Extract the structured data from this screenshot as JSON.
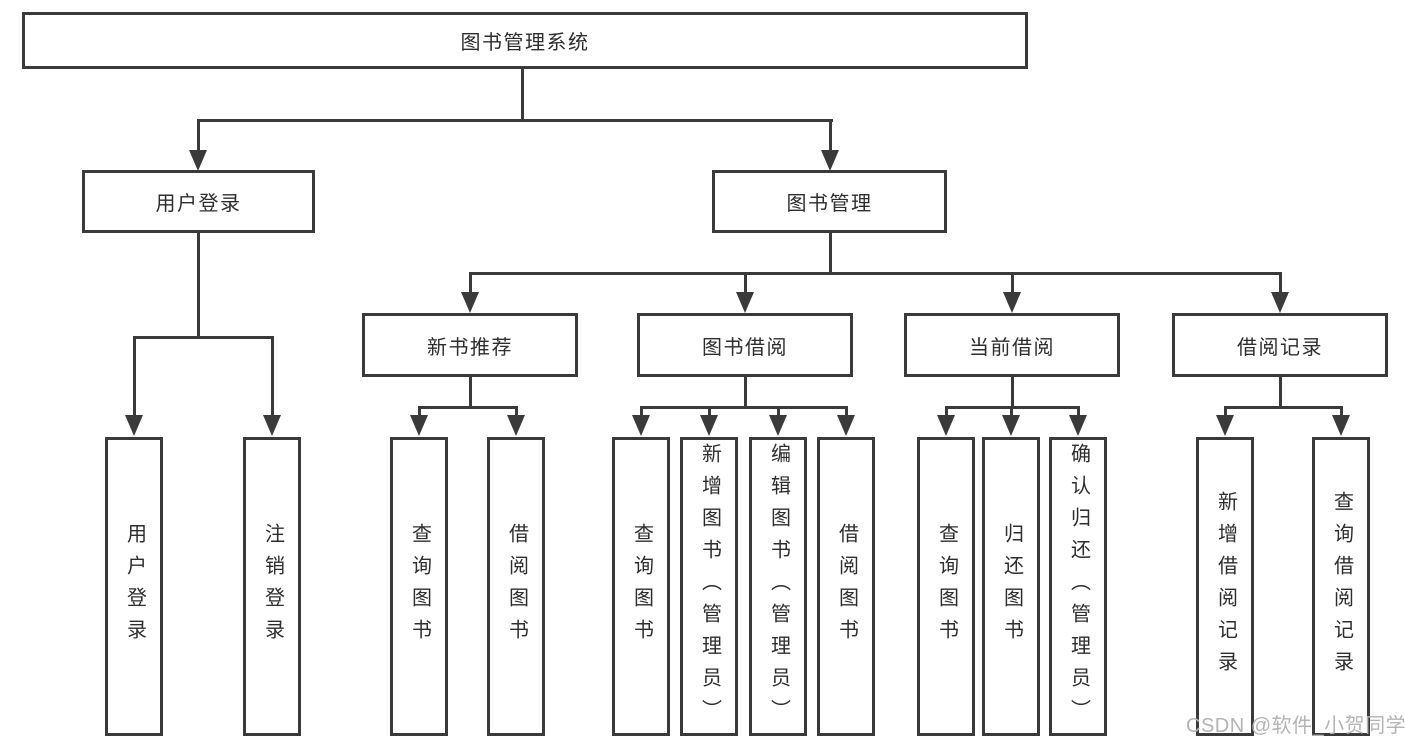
{
  "diagram": {
    "root": {
      "label": "图书管理系统"
    },
    "branches": [
      {
        "label": "用户登录",
        "children": [
          {
            "label": "用户登录"
          },
          {
            "label": "注销登录"
          }
        ]
      },
      {
        "label": "图书管理",
        "children": [
          {
            "label": "新书推荐",
            "children": [
              {
                "label": "查询图书"
              },
              {
                "label": "借阅图书"
              }
            ]
          },
          {
            "label": "图书借阅",
            "children": [
              {
                "label": "查询图书"
              },
              {
                "label": "新增图书（管理员）"
              },
              {
                "label": "编辑图书（管理员）"
              },
              {
                "label": "借阅图书"
              }
            ]
          },
          {
            "label": "当前借阅",
            "children": [
              {
                "label": "查询图书"
              },
              {
                "label": "归还图书"
              },
              {
                "label": "确认归还（管理员）"
              }
            ]
          },
          {
            "label": "借阅记录",
            "children": [
              {
                "label": "新增借阅记录"
              },
              {
                "label": "查询借阅记录"
              }
            ]
          }
        ]
      }
    ]
  },
  "watermark": {
    "text": "CSDN @软件_小贺同学"
  },
  "colors": {
    "line": "#3a3a3a",
    "text": "#2d2d2d",
    "watermark": "#b4b4b4",
    "background": "#ffffff"
  }
}
